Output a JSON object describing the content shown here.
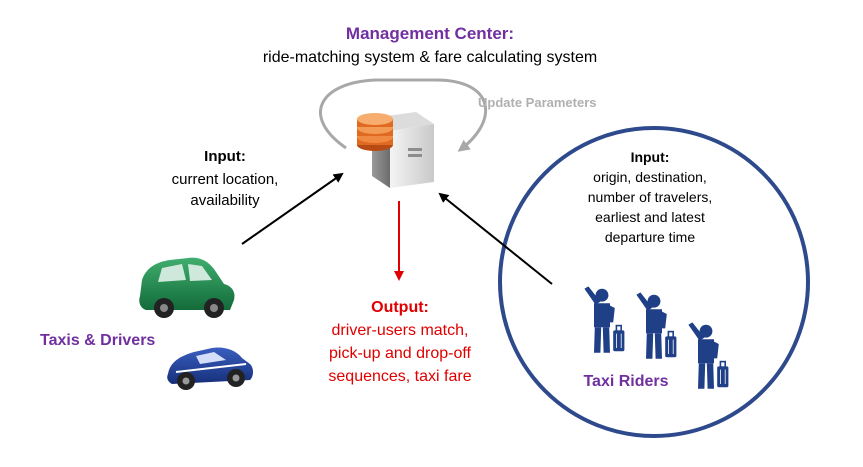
{
  "management_center": {
    "title": "Management Center:",
    "subtitle": "ride-matching system & fare calculating system",
    "update_label": "Update Parameters",
    "server_icon": "database-server-icon"
  },
  "driver_input": {
    "heading": "Input:",
    "line1": "current location,",
    "line2": "availability"
  },
  "rider_input": {
    "heading": "Input:",
    "line1": "origin, destination,",
    "line2": "number of travelers,",
    "line3": "earliest and latest",
    "line4": "departure time"
  },
  "output": {
    "heading": "Output:",
    "line1": "driver-users match,",
    "line2": "pick-up and drop-off",
    "line3": "sequences, taxi fare"
  },
  "drivers": {
    "label": "Taxis & Drivers",
    "icons": [
      "green-car-icon",
      "blue-car-icon"
    ]
  },
  "riders": {
    "label": "Taxi Riders",
    "icon": "traveler-with-luggage-icon",
    "count": 3
  },
  "colors": {
    "purple": "#7030a0",
    "red": "#e00000",
    "navy": "#1f3f87",
    "gray": "#b0b0b0",
    "server_orange": "#e06a22"
  }
}
